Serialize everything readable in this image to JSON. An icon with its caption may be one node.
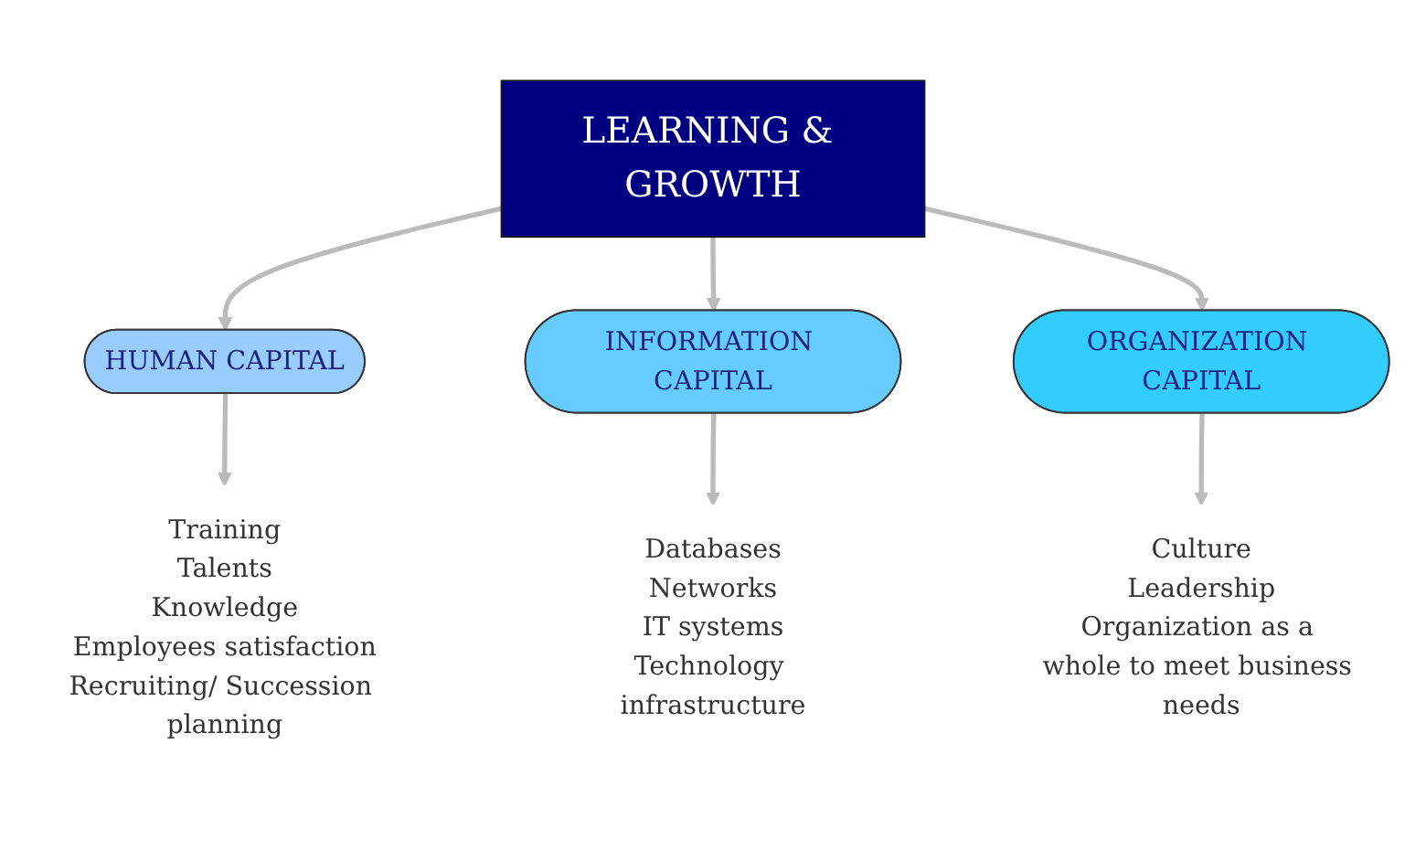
{
  "diagram": {
    "nodes": [
      {
        "text": [
          "LEARNING & GROWTH"
        ]
      },
      {
        "text": [
          "HUMAN CAPITAL"
        ]
      },
      {
        "text": [
          "INFORMATION CAPITAL"
        ]
      },
      {
        "text": [
          "ORGANIZATION CAPITAL"
        ]
      },
      {
        "text": [
          "Training",
          "Talents",
          "Knowledge",
          "Employees satisfaction",
          "Recruiting/ Succession planning"
        ]
      },
      {
        "text": [
          "Databases",
          "Networks",
          "IT systems",
          "Technology infrastructure"
        ]
      },
      {
        "text": [
          "Culture",
          "Leadership",
          "Organization as a whole to meet business needs"
        ]
      }
    ],
    "edges": [
      {
        "from": 0,
        "to": 1,
        "arrow": "to"
      },
      {
        "from": 0,
        "to": 2,
        "arrow": "to"
      },
      {
        "from": 0,
        "to": 3,
        "arrow": "to"
      },
      {
        "from": 1,
        "to": 4,
        "arrow": "to"
      },
      {
        "from": 2,
        "to": 5,
        "arrow": "to"
      },
      {
        "from": 3,
        "to": 6,
        "arrow": "to"
      }
    ]
  }
}
